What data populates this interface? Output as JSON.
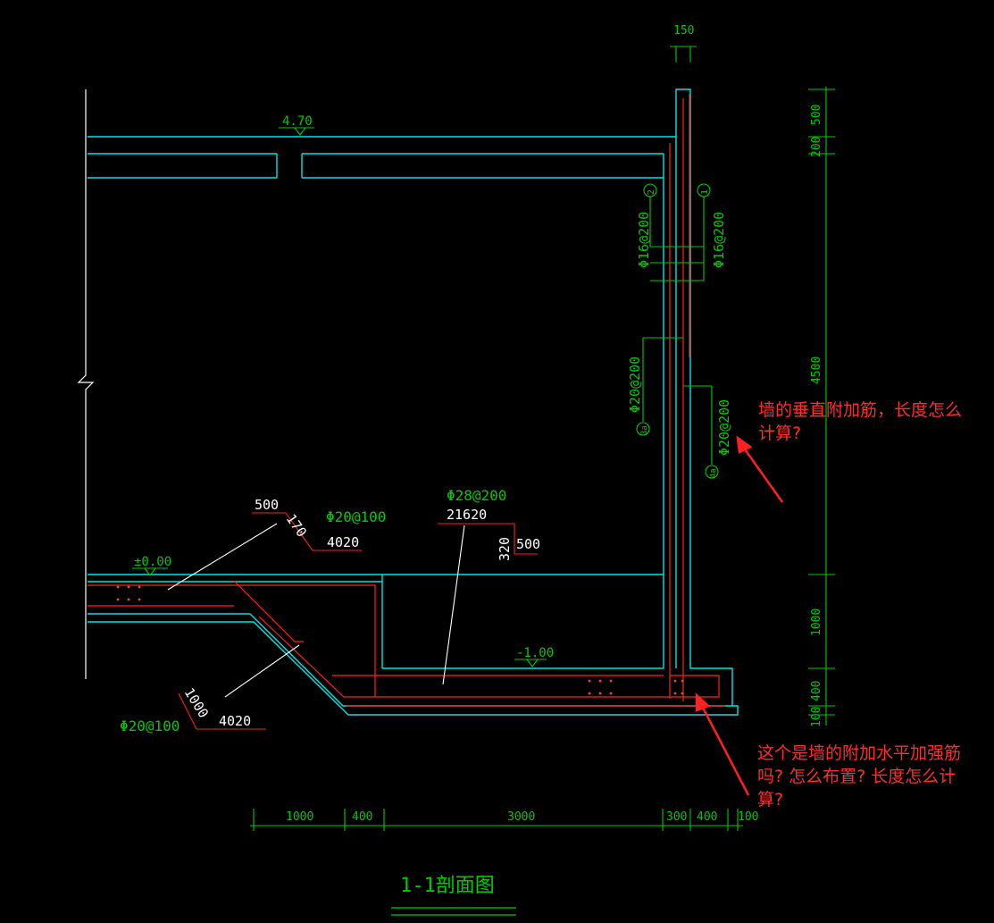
{
  "drawing": {
    "title": "1-1剖面图",
    "elevations": {
      "top": "4.70",
      "ground": "±0.00",
      "bottom": "-1.00"
    },
    "top_dimension": "150",
    "right_dimensions": [
      "500",
      "200",
      "4500",
      "1000",
      "400",
      "100"
    ],
    "bottom_dimensions": [
      "1000",
      "400",
      "3000",
      "300",
      "400",
      "100"
    ],
    "rebar_labels": {
      "wall_2": "Φ16@200",
      "wall_2_mark": "2",
      "wall_1": "Φ16@200",
      "wall_1_mark": "1",
      "wall_3a": "Φ20@200",
      "wall_3a_mark": "3a",
      "wall_4a": "Φ20@200",
      "wall_4a_mark": "4a",
      "slab_top": "Φ20@100",
      "slab_top_len": "4020",
      "slab_top_a": "500",
      "slab_top_b": "170",
      "floor": "Φ28@200",
      "floor_len": "21620",
      "floor_hook_a": "320",
      "floor_hook_b": "500",
      "slope": "Φ20@100",
      "slope_len": "4020",
      "slope_a": "1000"
    }
  },
  "notes": {
    "vertical": [
      "墙的垂直附加筋，长度怎么",
      "计算?"
    ],
    "horizontal": [
      "这个是墙的附加水平加强筋",
      "吗? 怎么布置? 长度怎么计",
      "算?"
    ]
  },
  "colors": {
    "structure": "#00e5e5",
    "rebar": "#ff2020",
    "dimension": "#00cc00",
    "label": "#ffffff",
    "note": "#ff2d2d"
  }
}
